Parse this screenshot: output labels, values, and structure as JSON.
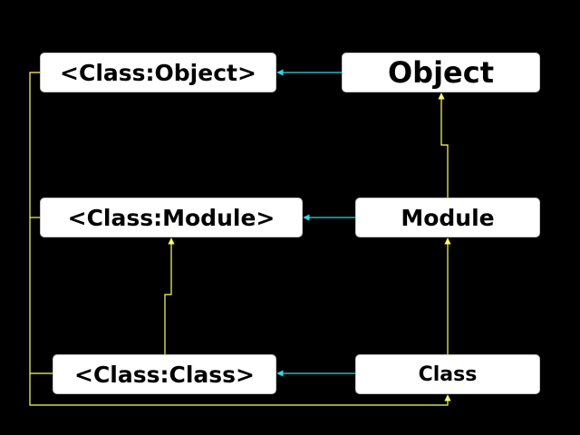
{
  "nodes": {
    "meta_object": "<Class:Object>",
    "object": "Object",
    "meta_module": "<Class:Module>",
    "module": "Module",
    "meta_class": "<Class:Class>",
    "class": "Class"
  },
  "colors": {
    "background": "#000000",
    "node_fill": "#ffffff",
    "superclass_edge": "#ffff66",
    "metaclass_edge": "#33d6e6"
  }
}
